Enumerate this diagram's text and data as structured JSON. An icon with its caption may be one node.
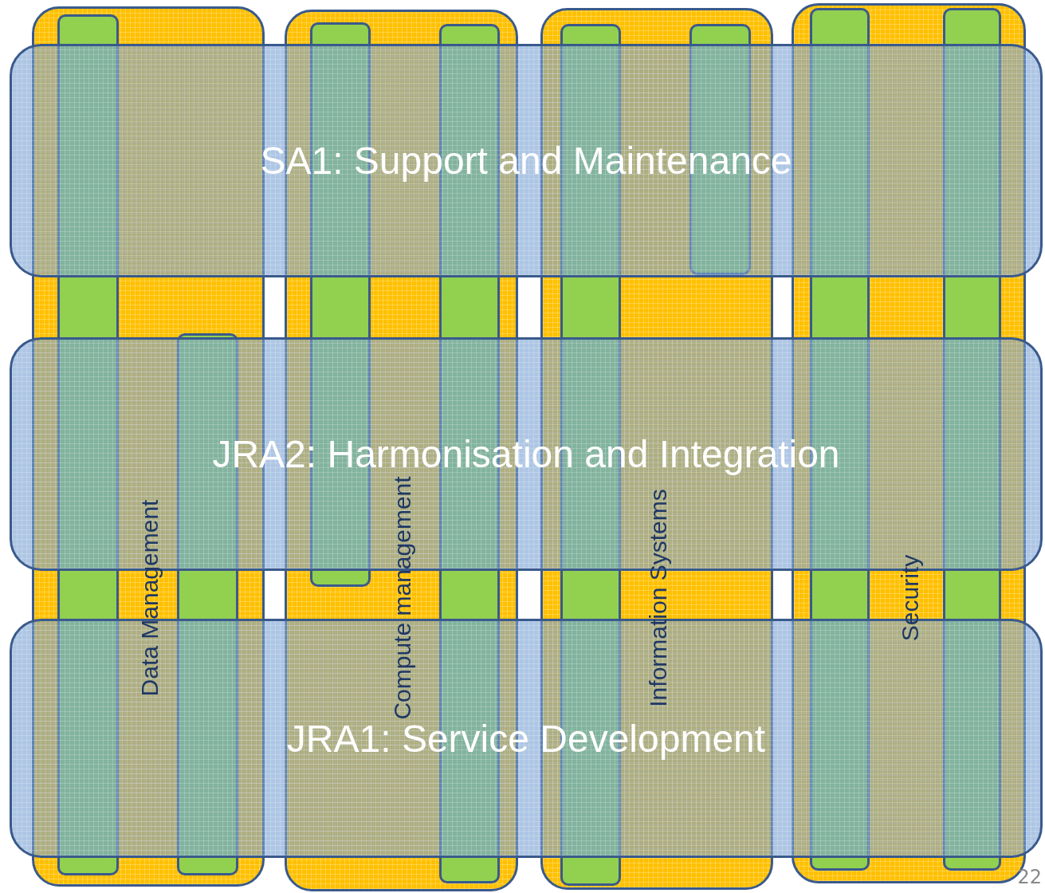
{
  "diagram": {
    "nodes": [
      {
        "text": [
          "Data Management"
        ]
      },
      {
        "text": [],
        "shape": "bar",
        "in": 0
      },
      {
        "text": [],
        "shape": "bar",
        "in": 0
      },
      {
        "text": [
          "Compute management"
        ]
      },
      {
        "text": [],
        "shape": "bar",
        "in": 3
      },
      {
        "text": [],
        "shape": "bar",
        "in": 3
      },
      {
        "text": [
          "Information Systems"
        ]
      },
      {
        "text": [],
        "shape": "bar",
        "in": 6
      },
      {
        "text": [],
        "shape": "bar",
        "in": 6
      },
      {
        "text": [
          "Security"
        ]
      },
      {
        "text": [],
        "shape": "bar",
        "in": 9
      },
      {
        "text": [],
        "shape": "bar",
        "in": 9
      },
      {
        "text": [
          "SA1: Support and Maintenance"
        ]
      },
      {
        "text": [
          "JRA2: Harmonisation and Integration"
        ]
      },
      {
        "text": [
          "JRA1: Service Development"
        ]
      }
    ],
    "edges": [],
    "labels": [
      "22"
    ]
  }
}
